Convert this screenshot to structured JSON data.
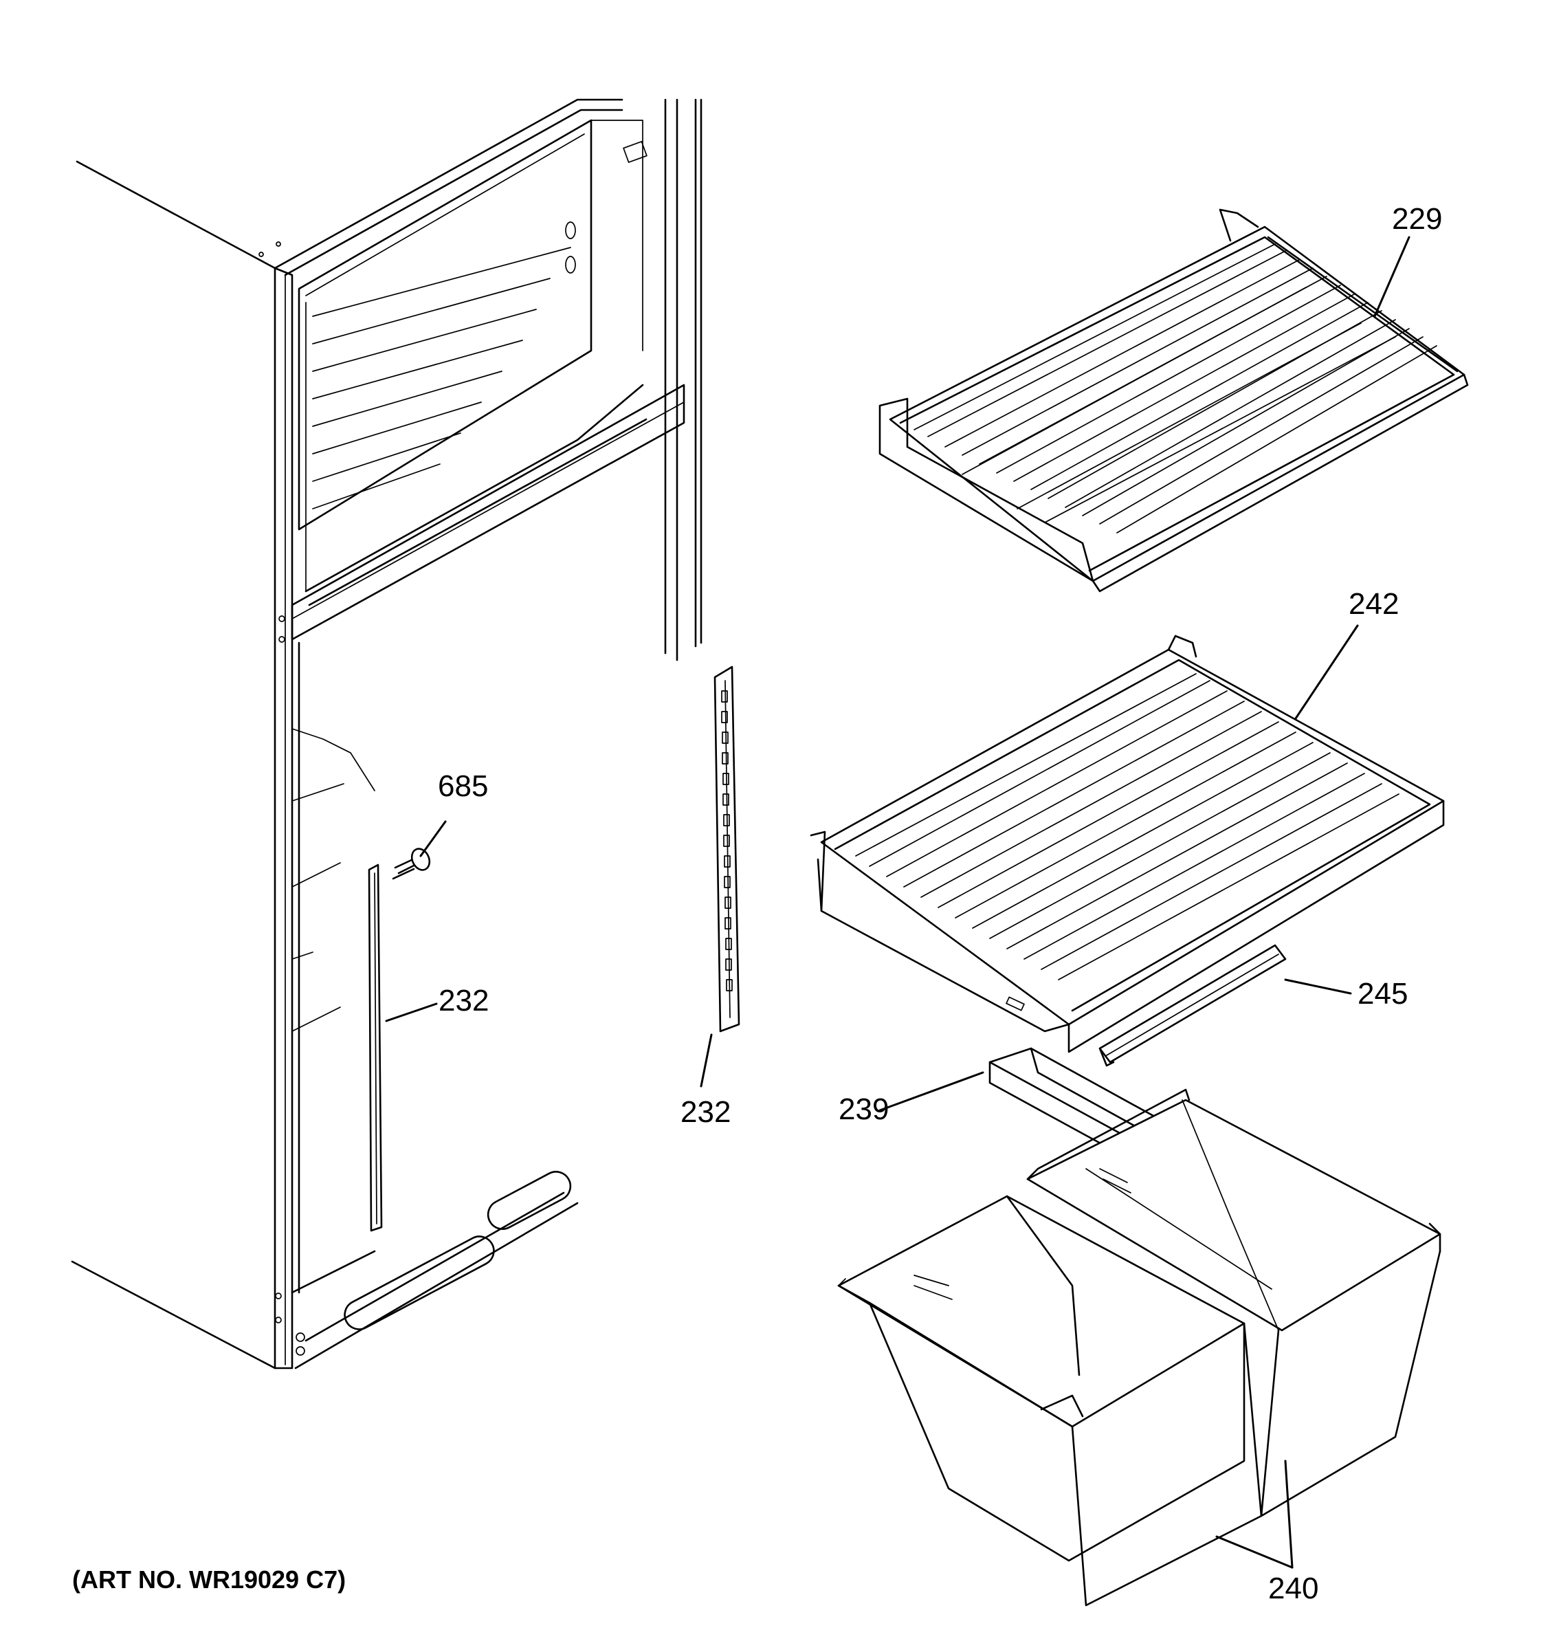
{
  "diagram": {
    "caption": "(ART NO. WR19029 C7)",
    "callouts": {
      "p229": "229",
      "p242": "242",
      "p245": "245",
      "p239": "239",
      "p240": "240",
      "p685": "685",
      "p232_left": "232",
      "p232_right": "232"
    }
  }
}
